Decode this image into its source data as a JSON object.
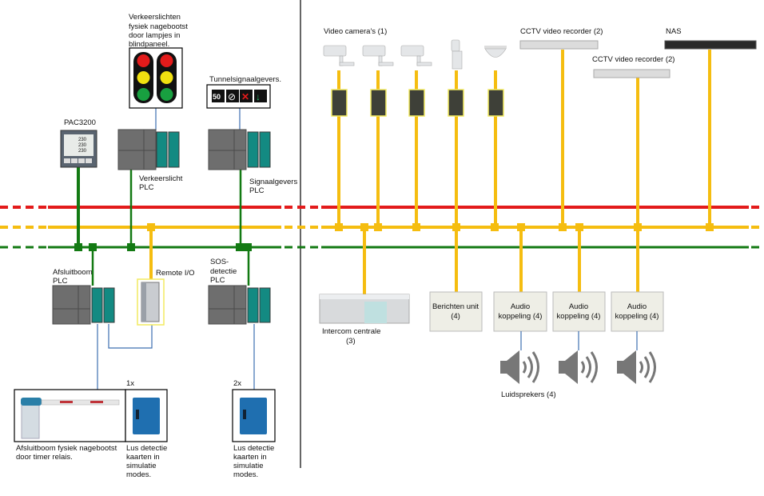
{
  "colors": {
    "bus_red": "#e31b1b",
    "bus_yellow": "#f5bd10",
    "bus_green": "#137a13",
    "wire_blue": "#3d6fb0"
  },
  "left": {
    "traffic_light_label": [
      "Verkeerslichten",
      "fysiek nagebootst",
      "door lampjes in",
      "blindpaneel."
    ],
    "tunnel_signal_label": "Tunnelsignaalgevers.",
    "tunnel_signal_symbols": [
      "50",
      "⊘",
      "✕",
      "↓"
    ],
    "pac_label": "PAC3200",
    "pac_display": [
      "230",
      "230",
      "230"
    ],
    "verkeerslicht_plc": [
      "Verkeerslicht",
      "PLC"
    ],
    "signaalgevers_plc": [
      "Signaalgevers",
      "PLC"
    ],
    "afsluitboom_plc": [
      "Afsluitboom",
      "PLC"
    ],
    "remote_io": "Remote I/O",
    "sos_plc": [
      "SOS-",
      "detectie",
      "PLC"
    ],
    "count_1x": "1x",
    "count_2x": "2x",
    "barrier_label": [
      "Afsluitboom fysiek nagebootst",
      "door timer relais."
    ],
    "loop_label": [
      "Lus detectie",
      "kaarten in",
      "simulatie",
      "modes."
    ]
  },
  "right": {
    "cameras_label": "Video camera's (1)",
    "cctv1_label": "CCTV video recorder (2)",
    "cctv2_label": "CCTV video recorder (2)",
    "nas_label": "NAS",
    "intercom_label": [
      "Intercom centrale",
      "(3)"
    ],
    "berichten_unit": [
      "Berichten unit",
      "(4)"
    ],
    "audio_units": [
      [
        "Audio",
        "koppeling (4)"
      ],
      [
        "Audio",
        "koppeling (4)"
      ],
      [
        "Audio",
        "koppeling (4)"
      ]
    ],
    "speakers_label": "Luidsprekers (4)"
  }
}
